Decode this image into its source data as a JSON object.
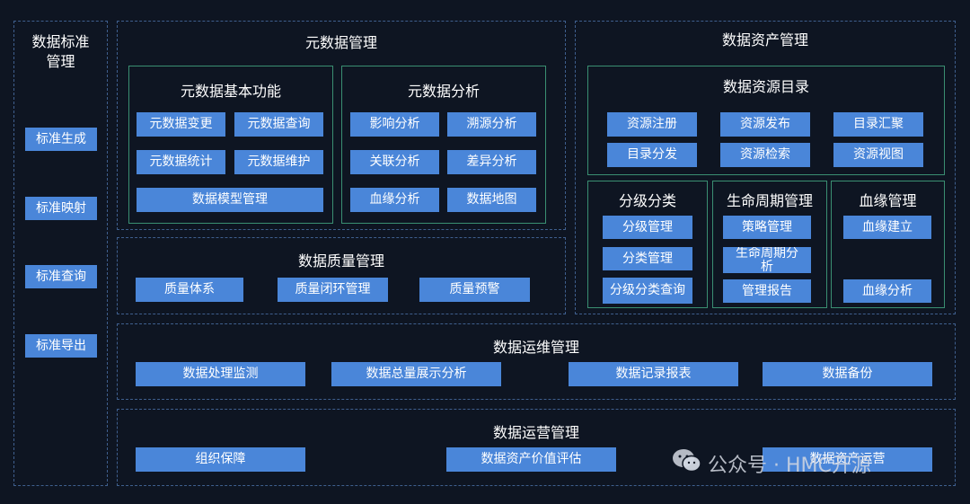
{
  "std": {
    "title": "数据标准\n管理",
    "items": [
      "标准生成",
      "标准映射",
      "标准查询",
      "标准导出"
    ]
  },
  "meta": {
    "title": "元数据管理",
    "basic": {
      "title": "元数据基本功能",
      "items": [
        "元数据变更",
        "元数据查询",
        "元数据统计",
        "元数据维护",
        "数据模型管理"
      ]
    },
    "analysis": {
      "title": "元数据分析",
      "items": [
        "影响分析",
        "溯源分析",
        "关联分析",
        "差异分析",
        "血缘分析",
        "数据地图"
      ]
    }
  },
  "quality": {
    "title": "数据质量管理",
    "items": [
      "质量体系",
      "质量闭环管理",
      "质量预警"
    ]
  },
  "asset": {
    "title": "数据资产管理",
    "catalog": {
      "title": "数据资源目录",
      "items": [
        "资源注册",
        "资源发布",
        "目录汇聚",
        "目录分发",
        "资源检索",
        "资源视图"
      ]
    },
    "grading": {
      "title": "分级分类",
      "items": [
        "分级管理",
        "分类管理",
        "分级分类查询"
      ]
    },
    "lifecycle": {
      "title": "生命周期管理",
      "items": [
        "策略管理",
        "生命周期分析",
        "管理报告"
      ]
    },
    "lineage": {
      "title": "血缘管理",
      "items": [
        "血缘建立",
        "血缘分析"
      ]
    }
  },
  "ops": {
    "title": "数据运维管理",
    "items": [
      "数据处理监测",
      "数据总量展示分析",
      "数据记录报表",
      "数据备份"
    ]
  },
  "operation": {
    "title": "数据运营管理",
    "items": [
      "组织保障",
      "数据资产价值评估",
      "数据资产运营"
    ]
  },
  "watermark": {
    "text": "公众号 · HMC开源",
    "icon": "wechat-icon"
  },
  "colors": {
    "background": "#0e1522",
    "button": "#4a86d9",
    "dashed_border": "#3f5f8e",
    "solid_border": "#3a8f72"
  }
}
